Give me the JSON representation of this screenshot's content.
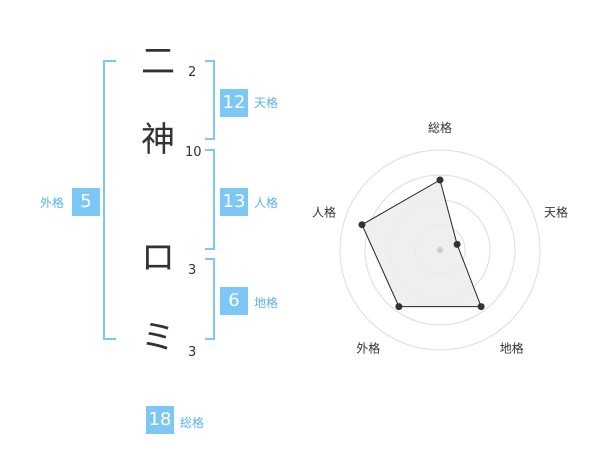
{
  "name": {
    "chars": [
      {
        "char": "二",
        "strokes": "2"
      },
      {
        "char": "神",
        "strokes": "10"
      },
      {
        "char": "ロ",
        "strokes": "3"
      },
      {
        "char": "ミ",
        "strokes": "3"
      }
    ]
  },
  "kaku": {
    "tenkaku": {
      "value": "12",
      "label": "天格"
    },
    "jinkaku": {
      "value": "13",
      "label": "人格"
    },
    "chikaku": {
      "value": "6",
      "label": "地格"
    },
    "gaikaku": {
      "value": "5",
      "label": "外格"
    },
    "soukaku": {
      "value": "18",
      "label": "総格"
    }
  },
  "colors": {
    "accent": "#7cc7f6",
    "bracket": "#7cc7f6",
    "label": "#5ab4ec",
    "text": "#333333",
    "radar_fill": "#ececec",
    "radar_grid": "#dddddd"
  },
  "chart_data": {
    "type": "radar",
    "axes": [
      "総格",
      "天格",
      "地格",
      "外格",
      "人格"
    ],
    "values": [
      3.5,
      0.9,
      3.5,
      3.5,
      4.1
    ],
    "range": [
      0,
      5
    ],
    "rings": 4
  }
}
